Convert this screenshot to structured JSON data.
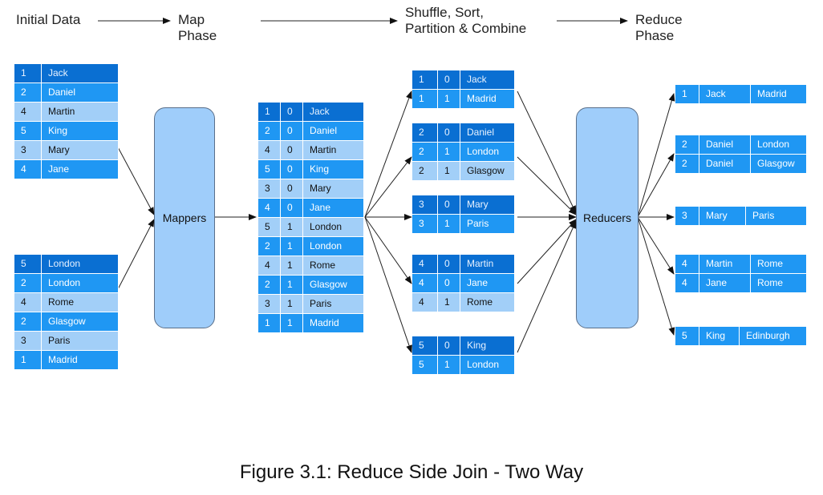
{
  "phases": {
    "initial": "Initial Data",
    "map": "Map\nPhase",
    "shuffle": "Shuffle, Sort,\nPartition & Combine",
    "reduce": "Reduce\nPhase"
  },
  "boxes": {
    "mappers": "Mappers",
    "reducers": "Reducers"
  },
  "caption": "Figure 3.1: Reduce Side Join - Two Way",
  "tables": {
    "input_names": [
      {
        "shade": "dark",
        "cells": [
          "1",
          "Jack"
        ]
      },
      {
        "shade": "mid",
        "cells": [
          "2",
          "Daniel"
        ]
      },
      {
        "shade": "light",
        "cells": [
          "4",
          "Martin"
        ]
      },
      {
        "shade": "mid",
        "cells": [
          "5",
          "King"
        ]
      },
      {
        "shade": "light",
        "cells": [
          "3",
          "Mary"
        ]
      },
      {
        "shade": "mid",
        "cells": [
          "4",
          "Jane"
        ]
      }
    ],
    "input_cities": [
      {
        "shade": "dark",
        "cells": [
          "5",
          "London"
        ]
      },
      {
        "shade": "mid",
        "cells": [
          "2",
          "London"
        ]
      },
      {
        "shade": "light",
        "cells": [
          "4",
          "Rome"
        ]
      },
      {
        "shade": "mid",
        "cells": [
          "2",
          "Glasgow"
        ]
      },
      {
        "shade": "light",
        "cells": [
          "3",
          "Paris"
        ]
      },
      {
        "shade": "mid",
        "cells": [
          "1",
          "Madrid"
        ]
      }
    ],
    "map_output": [
      {
        "shade": "dark",
        "cells": [
          "1",
          "0",
          "Jack"
        ]
      },
      {
        "shade": "mid",
        "cells": [
          "2",
          "0",
          "Daniel"
        ]
      },
      {
        "shade": "light",
        "cells": [
          "4",
          "0",
          "Martin"
        ]
      },
      {
        "shade": "mid",
        "cells": [
          "5",
          "0",
          "King"
        ]
      },
      {
        "shade": "light",
        "cells": [
          "3",
          "0",
          "Mary"
        ]
      },
      {
        "shade": "mid",
        "cells": [
          "4",
          "0",
          "Jane"
        ]
      },
      {
        "shade": "light",
        "cells": [
          "5",
          "1",
          "London"
        ]
      },
      {
        "shade": "mid",
        "cells": [
          "2",
          "1",
          "London"
        ]
      },
      {
        "shade": "light",
        "cells": [
          "4",
          "1",
          "Rome"
        ]
      },
      {
        "shade": "mid",
        "cells": [
          "2",
          "1",
          "Glasgow"
        ]
      },
      {
        "shade": "light",
        "cells": [
          "3",
          "1",
          "Paris"
        ]
      },
      {
        "shade": "mid",
        "cells": [
          "1",
          "1",
          "Madrid"
        ]
      }
    ],
    "shuffle_1": [
      {
        "shade": "dark",
        "cells": [
          "1",
          "0",
          "Jack"
        ]
      },
      {
        "shade": "mid",
        "cells": [
          "1",
          "1",
          "Madrid"
        ]
      }
    ],
    "shuffle_2": [
      {
        "shade": "dark",
        "cells": [
          "2",
          "0",
          "Daniel"
        ]
      },
      {
        "shade": "mid",
        "cells": [
          "2",
          "1",
          "London"
        ]
      },
      {
        "shade": "light",
        "cells": [
          "2",
          "1",
          "Glasgow"
        ]
      }
    ],
    "shuffle_3": [
      {
        "shade": "dark",
        "cells": [
          "3",
          "0",
          "Mary"
        ]
      },
      {
        "shade": "mid",
        "cells": [
          "3",
          "1",
          "Paris"
        ]
      }
    ],
    "shuffle_4": [
      {
        "shade": "dark",
        "cells": [
          "4",
          "0",
          "Martin"
        ]
      },
      {
        "shade": "mid",
        "cells": [
          "4",
          "0",
          "Jane"
        ]
      },
      {
        "shade": "light",
        "cells": [
          "4",
          "1",
          "Rome"
        ]
      }
    ],
    "shuffle_5": [
      {
        "shade": "dark",
        "cells": [
          "5",
          "0",
          "King"
        ]
      },
      {
        "shade": "mid",
        "cells": [
          "5",
          "1",
          "London"
        ]
      }
    ],
    "reduce_1": [
      {
        "shade": "mid",
        "cells": [
          "1",
          "Jack",
          "Madrid"
        ]
      }
    ],
    "reduce_2": [
      {
        "shade": "mid",
        "cells": [
          "2",
          "Daniel",
          "London"
        ]
      },
      {
        "shade": "mid",
        "cells": [
          "2",
          "Daniel",
          "Glasgow"
        ]
      }
    ],
    "reduce_3": [
      {
        "shade": "mid",
        "cells": [
          "3",
          "Mary",
          "Paris"
        ]
      }
    ],
    "reduce_4": [
      {
        "shade": "mid",
        "cells": [
          "4",
          "Martin",
          "Rome"
        ]
      },
      {
        "shade": "mid",
        "cells": [
          "4",
          "Jane",
          "Rome"
        ]
      }
    ],
    "reduce_5": [
      {
        "shade": "mid",
        "cells": [
          "5",
          "King",
          "Edinburgh"
        ]
      }
    ]
  }
}
